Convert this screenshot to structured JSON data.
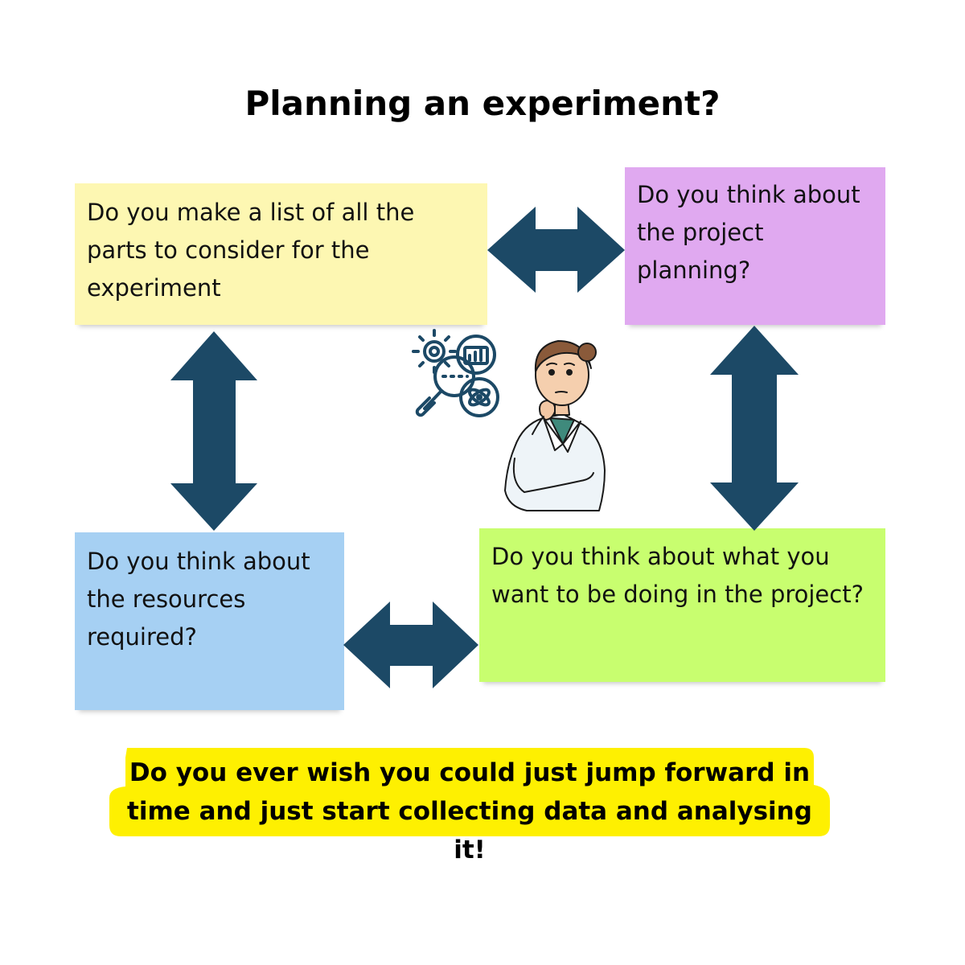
{
  "title": "Planning an experiment?",
  "boxes": {
    "yellow": {
      "text": "Do you make a list of all the parts to consider for the experiment",
      "color": "#fdf7b2"
    },
    "purple": {
      "text": "Do you think about the project planning?",
      "color": "#e0a9f0"
    },
    "blue": {
      "text": "Do you think about the resources required?",
      "color": "#a6d0f3"
    },
    "green": {
      "text": "Do you think about what you want to be doing in the project?",
      "color": "#c8fe6f"
    }
  },
  "callout": {
    "text": "Do you ever wish you could just jump forward in time and just start collecting data and analysing it!",
    "color": "#fef001"
  },
  "arrow_color": "#1c4966",
  "icons": [
    "research-analysis-icon",
    "thinking-scientist-illustration"
  ]
}
